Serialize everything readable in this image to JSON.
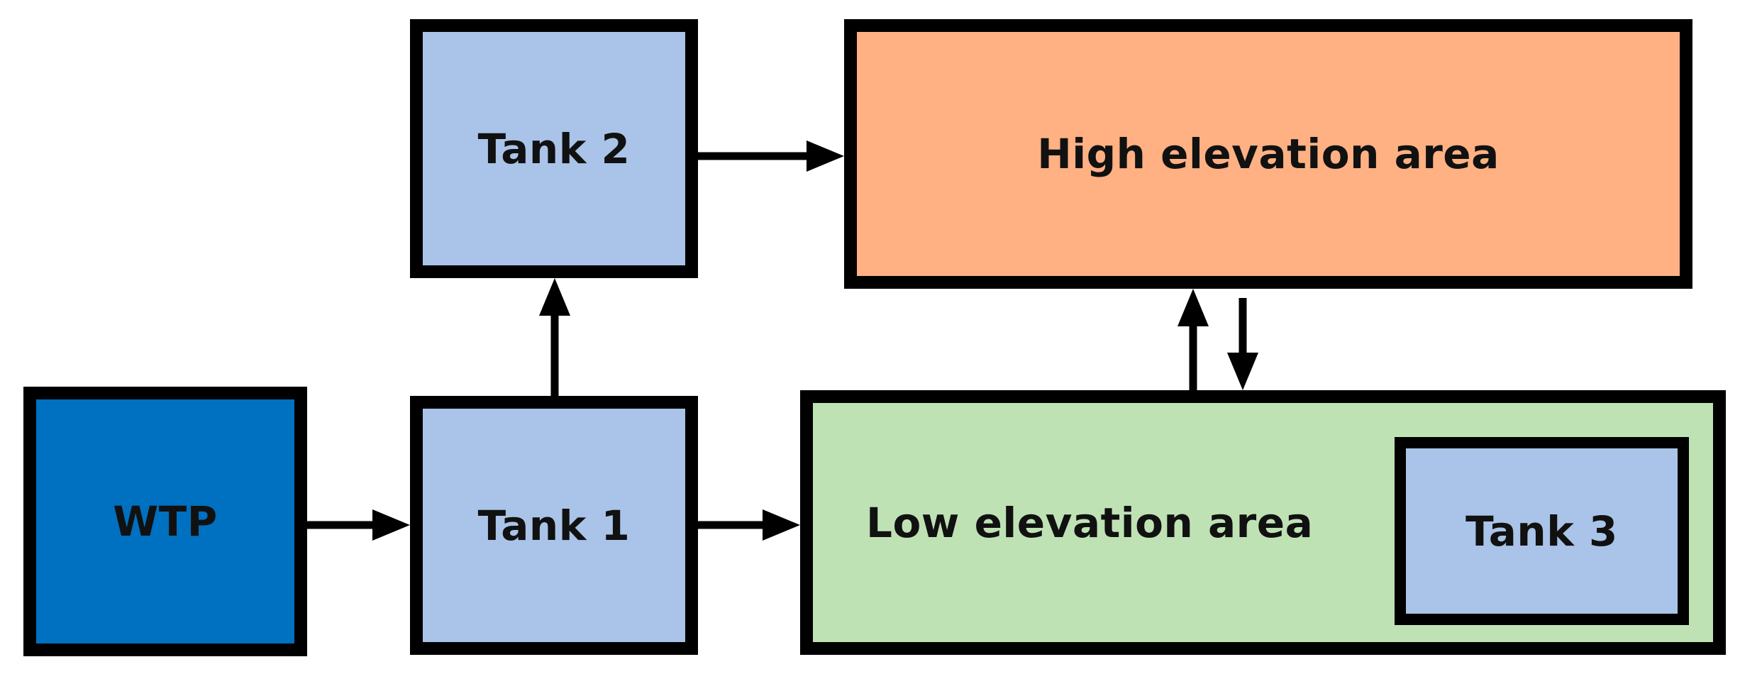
{
  "diagram": {
    "nodes": {
      "wtp": {
        "label": "WTP",
        "color": "#0070C0"
      },
      "tank1": {
        "label": "Tank 1",
        "color": "#A9C4E8"
      },
      "tank2": {
        "label": "Tank 2",
        "color": "#A9C4E8"
      },
      "high": {
        "label": "High elevation area",
        "color": "#FFB183"
      },
      "low": {
        "label": "Low elevation area",
        "color": "#BFE2B5"
      },
      "tank3": {
        "label": "Tank 3",
        "color": "#A9C4E8"
      }
    },
    "edges": [
      {
        "from": "WTP",
        "to": "Tank 1"
      },
      {
        "from": "Tank 1",
        "to": "Tank 2"
      },
      {
        "from": "Tank 1",
        "to": "Low elevation area"
      },
      {
        "from": "Tank 2",
        "to": "High elevation area"
      },
      {
        "from": "Low elevation area",
        "to": "High elevation area"
      },
      {
        "from": "High elevation area",
        "to": "Low elevation area"
      }
    ],
    "stroke_color": "#000000"
  }
}
